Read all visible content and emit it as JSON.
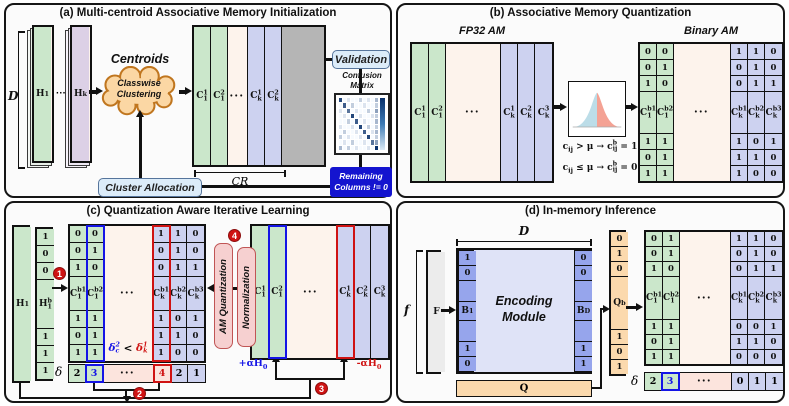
{
  "misc": {
    "dots": "•••"
  },
  "colors": {
    "green": "#cbe7cb",
    "lav": "#cdd2f0",
    "cream": "#fdf3ec",
    "pink": "#fce4dd",
    "gray": "#b5b5b5",
    "graylight": "#ececec",
    "hk": "#dcd0e6",
    "sheet1": "#e9f0e9",
    "sheet2": "#f4f7f4",
    "hksheet1": "#efe9f4",
    "hksheet2": "#f7f3fa",
    "peach": "#fbd9ad",
    "bblue": "#96a5ec",
    "encfill": "#dfe3f7",
    "cloud": "#fbd7a4",
    "cloudedge": "#c0761f",
    "btnbg": "#dcecf9",
    "btnedge": "#56759c",
    "bluebox": "#1414cf",
    "red": "#cf1212",
    "blue": "#1414e6",
    "pinkbox": "#f6d0d0",
    "pinkedge": "#c05555",
    "distblue": "#bcdde8",
    "distsalmon": "#f4a294",
    "cmhigh": "#08306b"
  },
  "panel_a": {
    "title": "(a) Multi-centroid Associative Memory Initialization",
    "dim_label": "D",
    "h1": {
      "cols": [
        {
          "bg": "green",
          "label": "H{_1}"
        }
      ]
    },
    "dots": "···",
    "hk": {
      "cols": [
        {
          "bg": "hk",
          "label": "H{_k}"
        }
      ]
    },
    "centroids": "Centroids",
    "cloud_line1": "Classwise",
    "cloud_line2": "Clustering",
    "am": {
      "cols": [
        {
          "bg": "green",
          "label": "C{s:1,1}"
        },
        {
          "bg": "green",
          "label": "C{s:2,1}"
        },
        {
          "t": "gap"
        },
        {
          "bg": "lav",
          "label": "C{s:1,k}"
        },
        {
          "bg": "lav",
          "label": "C{s:2,k}"
        },
        {
          "bg": "gray",
          "wide": true,
          "label": ""
        }
      ]
    },
    "cr_label": "CR",
    "cluster_allocation": "Cluster Allocation",
    "validation": "Validation",
    "confusion_line1": "Confusion",
    "confusion_line2": "Matrix",
    "remaining_line1": "Remaining",
    "remaining_line2": "Columns != 0",
    "confusion_matrix": [
      [
        8,
        0,
        1,
        0,
        0,
        2,
        0,
        1,
        0,
        3
      ],
      [
        0,
        7,
        0,
        2,
        0,
        0,
        1,
        0,
        0,
        2
      ],
      [
        1,
        0,
        6,
        0,
        1,
        0,
        0,
        2,
        0,
        4
      ],
      [
        0,
        1,
        0,
        8,
        0,
        1,
        0,
        0,
        1,
        2
      ],
      [
        0,
        0,
        2,
        0,
        7,
        0,
        1,
        0,
        0,
        3
      ],
      [
        1,
        0,
        0,
        1,
        0,
        8,
        0,
        2,
        0,
        2
      ],
      [
        0,
        2,
        0,
        0,
        1,
        0,
        7,
        0,
        1,
        3
      ],
      [
        2,
        0,
        1,
        0,
        0,
        1,
        0,
        8,
        0,
        2
      ],
      [
        0,
        1,
        0,
        2,
        0,
        0,
        1,
        0,
        6,
        4
      ],
      [
        3,
        0,
        2,
        0,
        1,
        0,
        0,
        1,
        0,
        9
      ]
    ]
  },
  "panel_b": {
    "title": "(b) Associative Memory Quantization",
    "fp32_label": "FP32 AM",
    "binary_label": "Binary AM",
    "fp32_am": {
      "cols": [
        {
          "bg": "green",
          "label": "C{s:1,1}"
        },
        {
          "bg": "green",
          "label": "C{s:2,1}"
        },
        {
          "t": "gap"
        },
        {
          "bg": "lav",
          "label": "C{s:1,k}"
        },
        {
          "bg": "lav",
          "label": "C{s:2,k}"
        },
        {
          "bg": "lav",
          "label": "C{s:3,k}"
        }
      ]
    },
    "eq1": "c{_ij} > μ → c{s:b,ij} = 1",
    "eq2": "c{_ij} ≤ μ → c{s:b,ij} = 0",
    "binary_am": {
      "cols": [
        {
          "bg": "green",
          "label": "C{s:b1,1}",
          "top": [
            "0",
            "0",
            "1"
          ],
          "bot": [
            "1",
            "0",
            "1"
          ]
        },
        {
          "bg": "green",
          "label": "C{s:b2,1}",
          "top": [
            "0",
            "1",
            "0"
          ],
          "bot": [
            "1",
            "1",
            "1"
          ]
        },
        {
          "t": "gap"
        },
        {
          "bg": "lav",
          "label": "C{s:b1,k}",
          "top": [
            "1",
            "0",
            "0"
          ],
          "bot": [
            "1",
            "1",
            "1"
          ]
        },
        {
          "bg": "lav",
          "label": "C{s:b2,k}",
          "top": [
            "1",
            "1",
            "1"
          ],
          "bot": [
            "0",
            "1",
            "0"
          ]
        },
        {
          "bg": "lav",
          "label": "C{s:b3,k}",
          "top": [
            "0",
            "0",
            "1"
          ],
          "bot": [
            "1",
            "0",
            "0"
          ]
        }
      ]
    }
  },
  "panel_c": {
    "title": "(c) Quantization Aware Iterative Learning",
    "h1": {
      "cols": [
        {
          "bg": "green",
          "label": "H{_1}"
        }
      ]
    },
    "h1b": {
      "cols": [
        {
          "bg": "green",
          "label": "H{s:b,1}",
          "top": [
            "1",
            "0",
            "0"
          ],
          "bot": [
            "1",
            "1",
            "1"
          ]
        }
      ]
    },
    "binary_am": {
      "cols": [
        {
          "bg": "green",
          "label": "C{s:b1,1}",
          "top": [
            "0",
            "0",
            "1"
          ],
          "bot": [
            "1",
            "0",
            "1"
          ]
        },
        {
          "bg": "green",
          "label": "C{s:b2,1}",
          "top": [
            "0",
            "1",
            "0"
          ],
          "bot": [
            "1",
            "1",
            "1"
          ],
          "outline": "blue"
        },
        {
          "t": "gap"
        },
        {
          "bg": "lav",
          "label": "C{s:b1,k}",
          "top": [
            "1",
            "0",
            "0"
          ],
          "bot": [
            "1",
            "1",
            "1"
          ],
          "outline": "red"
        },
        {
          "bg": "lav",
          "label": "C{s:b2,k}",
          "top": [
            "1",
            "1",
            "1"
          ],
          "bot": [
            "0",
            "1",
            "0"
          ]
        },
        {
          "bg": "lav",
          "label": "C{s:b3,k}",
          "top": [
            "0",
            "0",
            "1"
          ],
          "bot": [
            "1",
            "0",
            "0"
          ]
        }
      ]
    },
    "delta_compare_left": "δ{s:2,c}",
    "delta_compare_op": " < ",
    "delta_compare_right": "δ{s:1,k}",
    "delta_label": "δ",
    "delta_row": {
      "cells": [
        {
          "v": "2",
          "bg": "green"
        },
        {
          "v": "3",
          "bg": "green",
          "outline": "blue",
          "fg": "blue"
        },
        {
          "t": "gap",
          "bg": "pink"
        },
        {
          "v": "4",
          "bg": "pink",
          "outline": "red",
          "fg": "red"
        },
        {
          "v": "2",
          "bg": "lav"
        },
        {
          "v": "1",
          "bg": "lav"
        }
      ]
    },
    "steps": {
      "s1": "1",
      "s2": "2",
      "s3": "3",
      "s4": "4"
    },
    "amq_label": "AM Quantization",
    "norm_label": "Normalization",
    "fp_am": {
      "cols": [
        {
          "bg": "green",
          "label": "C{s:1,1}"
        },
        {
          "bg": "green",
          "label": "C{s:2,1}",
          "outline": "blue"
        },
        {
          "t": "gap"
        },
        {
          "bg": "lav",
          "label": "C{s:1,k}",
          "outline": "red"
        },
        {
          "bg": "lav",
          "label": "C{s:2,k}"
        },
        {
          "bg": "lav",
          "label": "C{s:3,k}"
        }
      ]
    },
    "plus_alpha": "+αH{_0}",
    "minus_alpha": "-αH{_0}"
  },
  "panel_d": {
    "title": "(d) In-memory Inference",
    "f_label": "f",
    "d_label": "D",
    "feature_col": {
      "cols": [
        {
          "bg": "graylight",
          "label": "F"
        }
      ]
    },
    "b1": {
      "cols": [
        {
          "bg": "bblue",
          "label": "B{_1}",
          "top": [
            "1",
            "0",
            ""
          ],
          "bot": [
            "",
            "1",
            "0"
          ]
        }
      ]
    },
    "bd": {
      "cols": [
        {
          "bg": "bblue",
          "label": "B{_D}",
          "top": [
            "0",
            "0",
            ""
          ],
          "bot": [
            "",
            "1",
            "1"
          ]
        }
      ]
    },
    "encoding_line1": "Encoding",
    "encoding_line2": "Module",
    "q_label": "Q",
    "qb": {
      "cols": [
        {
          "bg": "peach",
          "label": "Q{^b}",
          "top": [
            "0",
            "1",
            "0"
          ],
          "bot": [
            "1",
            "0",
            "1"
          ]
        }
      ]
    },
    "binary_am": {
      "cols": [
        {
          "bg": "green",
          "label": "C{s:b1,1}",
          "top": [
            "0",
            "0",
            "1"
          ],
          "bot": [
            "1",
            "0",
            "1"
          ]
        },
        {
          "bg": "green",
          "label": "C{s:b2,1}",
          "top": [
            "1",
            "1",
            "0"
          ],
          "bot": [
            "1",
            "1",
            "1"
          ]
        },
        {
          "t": "gap"
        },
        {
          "bg": "lav",
          "label": "C{s:b1,k}",
          "top": [
            "1",
            "0",
            "0"
          ],
          "bot": [
            "0",
            "1",
            "0"
          ]
        },
        {
          "bg": "lav",
          "label": "C{s:b2,k}",
          "top": [
            "1",
            "1",
            "1"
          ],
          "bot": [
            "0",
            "1",
            "0"
          ]
        },
        {
          "bg": "lav",
          "label": "C{s:b3,k}",
          "top": [
            "0",
            "0",
            "1"
          ],
          "bot": [
            "1",
            "0",
            "0"
          ]
        }
      ]
    },
    "delta_label": "δ",
    "delta_row": {
      "cells": [
        {
          "v": "2",
          "bg": "green"
        },
        {
          "v": "3",
          "bg": "green",
          "outline": "blue",
          "fg": "blue"
        },
        {
          "t": "gap",
          "bg": "pink"
        },
        {
          "v": "0",
          "bg": "lav"
        },
        {
          "v": "1",
          "bg": "lav"
        },
        {
          "v": "1",
          "bg": "lav"
        }
      ]
    }
  }
}
